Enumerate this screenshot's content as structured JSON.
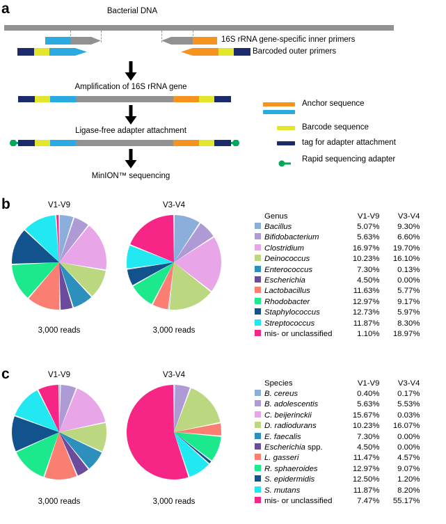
{
  "panels": {
    "a": {
      "letter": "a",
      "top_label": "Bacterial DNA",
      "annotation_inner": "16S rRNA gene-specific inner primers",
      "annotation_outer": "Barcoded outer primers",
      "step_1": "Amplification of 16S rRNA gene",
      "step_2": "Ligase-free adapter attachment",
      "step_3": "MinION™ sequencing",
      "legend": [
        {
          "label": "Anchor sequence",
          "icon": "two-bar-orange-blue",
          "colors": [
            "#F6921E",
            "#29ABE2"
          ]
        },
        {
          "label": "Barcode sequence",
          "icon": "bar-yellow",
          "colors": [
            "#E4E62B"
          ]
        },
        {
          "label": "tag for adapter attachment",
          "icon": "bar-navy",
          "colors": [
            "#1B2A6B"
          ]
        },
        {
          "label": "Rapid sequencing adapter",
          "icon": "green-dot-adapter",
          "colors": [
            "#00A85A"
          ]
        }
      ]
    },
    "b": {
      "letter": "b",
      "charts": [
        {
          "title": "V1-V9",
          "reads": "3,000 reads",
          "key": "v1v9"
        },
        {
          "title": "V3-V4",
          "reads": "3,000 reads",
          "key": "v3v4"
        }
      ],
      "table": {
        "headers": [
          "Genus",
          "V1-V9",
          "V3-V4"
        ],
        "rows": [
          {
            "name": "Bacillus",
            "italic": true,
            "color": "#8CAEDB",
            "v1v9": "5.07%",
            "v3v4": "9.30%"
          },
          {
            "name": "Bifidobacterium",
            "italic": true,
            "color": "#AE9BD6",
            "v1v9": "5.63%",
            "v3v4": "6.60%"
          },
          {
            "name": "Clostridium",
            "italic": true,
            "color": "#E8A6E8",
            "v1v9": "16.97%",
            "v3v4": "19.70%"
          },
          {
            "name": "Deinococcus",
            "italic": true,
            "color": "#BBD77F",
            "v1v9": "10.23%",
            "v3v4": "16.10%"
          },
          {
            "name": "Enterococcus",
            "italic": true,
            "color": "#2C8FBC",
            "v1v9": "7.30%",
            "v3v4": "0.13%"
          },
          {
            "name": "Escherichia",
            "italic": true,
            "color": "#6B4B9E",
            "v1v9": "4.50%",
            "v3v4": "0.00%"
          },
          {
            "name": "Lactobacillus",
            "italic": true,
            "color": "#FA7F72",
            "v1v9": "11.63%",
            "v3v4": "5.77%"
          },
          {
            "name": "Rhodobacter",
            "italic": true,
            "color": "#1CE98B",
            "v1v9": "12.97%",
            "v3v4": "9.17%"
          },
          {
            "name": "Staphylococcus",
            "italic": true,
            "color": "#12538E",
            "v1v9": "12.73%",
            "v3v4": "5.97%"
          },
          {
            "name": "Streptococcus",
            "italic": true,
            "color": "#22E8F2",
            "v1v9": "11.87%",
            "v3v4": "8.30%"
          },
          {
            "name": "mis- or unclassified",
            "italic": false,
            "color": "#F72585",
            "v1v9": "1.10%",
            "v3v4": "18.97%"
          }
        ]
      }
    },
    "c": {
      "letter": "c",
      "charts": [
        {
          "title": "V1-V9",
          "reads": "3,000 reads",
          "key": "v1v9"
        },
        {
          "title": "V3-V4",
          "reads": "3,000 reads",
          "key": "v3v4"
        }
      ],
      "table": {
        "headers": [
          "Species",
          "V1-V9",
          "V3-V4"
        ],
        "rows": [
          {
            "name": "B. cereus",
            "italic": true,
            "color": "#8CAEDB",
            "v1v9": "0.40%",
            "v3v4": "0.17%"
          },
          {
            "name": "B. adolescentis",
            "italic": true,
            "color": "#AE9BD6",
            "v1v9": "5.63%",
            "v3v4": "5.53%"
          },
          {
            "name": "C. beijerinckii",
            "italic": true,
            "color": "#E8A6E8",
            "v1v9": "15.67%",
            "v3v4": "0.03%"
          },
          {
            "name": "D. radiodurans",
            "italic": true,
            "color": "#BBD77F",
            "v1v9": "10.23%",
            "v3v4": "16.07%"
          },
          {
            "name": "E. faecalis",
            "italic": true,
            "color": "#2C8FBC",
            "v1v9": "7.30%",
            "v3v4": "0.00%"
          },
          {
            "name": "Escherichia spp.",
            "italic": "partial",
            "color": "#6B4B9E",
            "v1v9": "4.50%",
            "v3v4": "0.00%"
          },
          {
            "name": "L. gasseri",
            "italic": true,
            "color": "#FA7F72",
            "v1v9": "11.47%",
            "v3v4": "4.57%"
          },
          {
            "name": "R. sphaeroides",
            "italic": true,
            "color": "#1CE98B",
            "v1v9": "12.97%",
            "v3v4": "9.07%"
          },
          {
            "name": "S. epidermidis",
            "italic": true,
            "color": "#12538E",
            "v1v9": "12.50%",
            "v3v4": "1.20%"
          },
          {
            "name": "S. mutans",
            "italic": true,
            "color": "#22E8F2",
            "v1v9": "11.87%",
            "v3v4": "8.20%"
          },
          {
            "name": "mis- or unclassified",
            "italic": false,
            "color": "#F72585",
            "v1v9": "7.47%",
            "v3v4": "55.17%"
          }
        ]
      }
    }
  },
  "chart_data": [
    {
      "type": "pie",
      "id": "b-v1v9",
      "title": "V1-V9",
      "subtitle": "3,000 reads",
      "panel": "b",
      "unit": "%",
      "start_angle": -90,
      "labels": [
        "Bacillus",
        "Bifidobacterium",
        "Clostridium",
        "Deinococcus",
        "Enterococcus",
        "Escherichia",
        "Lactobacillus",
        "Rhodobacter",
        "Staphylococcus",
        "Streptococcus",
        "mis- or unclassified"
      ],
      "values": [
        5.07,
        5.63,
        16.97,
        10.23,
        7.3,
        4.5,
        11.63,
        12.97,
        12.73,
        11.87,
        1.1
      ],
      "colors": [
        "#8CAEDB",
        "#AE9BD6",
        "#E8A6E8",
        "#BBD77F",
        "#2C8FBC",
        "#6B4B9E",
        "#FA7F72",
        "#1CE98B",
        "#12538E",
        "#22E8F2",
        "#F72585"
      ]
    },
    {
      "type": "pie",
      "id": "b-v3v4",
      "title": "V3-V4",
      "subtitle": "3,000 reads",
      "panel": "b",
      "unit": "%",
      "start_angle": -90,
      "labels": [
        "Bacillus",
        "Bifidobacterium",
        "Clostridium",
        "Deinococcus",
        "Enterococcus",
        "Escherichia",
        "Lactobacillus",
        "Rhodobacter",
        "Staphylococcus",
        "Streptococcus",
        "mis- or unclassified"
      ],
      "values": [
        9.3,
        6.6,
        19.7,
        16.1,
        0.13,
        0.0,
        5.77,
        9.17,
        5.97,
        8.3,
        18.97
      ],
      "colors": [
        "#8CAEDB",
        "#AE9BD6",
        "#E8A6E8",
        "#BBD77F",
        "#2C8FBC",
        "#6B4B9E",
        "#FA7F72",
        "#1CE98B",
        "#12538E",
        "#22E8F2",
        "#F72585"
      ]
    },
    {
      "type": "pie",
      "id": "c-v1v9",
      "title": "V1-V9",
      "subtitle": "3,000 reads",
      "panel": "c",
      "unit": "%",
      "start_angle": -90,
      "labels": [
        "B. cereus",
        "B. adolescentis",
        "C. beijerinckii",
        "D. radiodurans",
        "E. faecalis",
        "Escherichia spp.",
        "L. gasseri",
        "R. sphaeroides",
        "S. epidermidis",
        "S. mutans",
        "mis- or unclassified"
      ],
      "values": [
        0.4,
        5.63,
        15.67,
        10.23,
        7.3,
        4.5,
        11.47,
        12.97,
        12.5,
        11.87,
        7.47
      ],
      "colors": [
        "#8CAEDB",
        "#AE9BD6",
        "#E8A6E8",
        "#BBD77F",
        "#2C8FBC",
        "#6B4B9E",
        "#FA7F72",
        "#1CE98B",
        "#12538E",
        "#22E8F2",
        "#F72585"
      ]
    },
    {
      "type": "pie",
      "id": "c-v3v4",
      "title": "V3-V4",
      "subtitle": "3,000 reads",
      "panel": "c",
      "unit": "%",
      "start_angle": -90,
      "labels": [
        "B. cereus",
        "B. adolescentis",
        "C. beijerinckii",
        "D. radiodurans",
        "E. faecalis",
        "Escherichia spp.",
        "L. gasseri",
        "R. sphaeroides",
        "S. epidermidis",
        "S. mutans",
        "mis- or unclassified"
      ],
      "values": [
        0.17,
        5.53,
        0.03,
        16.07,
        0.0,
        0.0,
        4.57,
        9.07,
        1.2,
        8.2,
        55.17
      ],
      "colors": [
        "#8CAEDB",
        "#AE9BD6",
        "#E8A6E8",
        "#BBD77F",
        "#2C8FBC",
        "#6B4B9E",
        "#FA7F72",
        "#1CE98B",
        "#12538E",
        "#22E8F2",
        "#F72585"
      ]
    }
  ]
}
